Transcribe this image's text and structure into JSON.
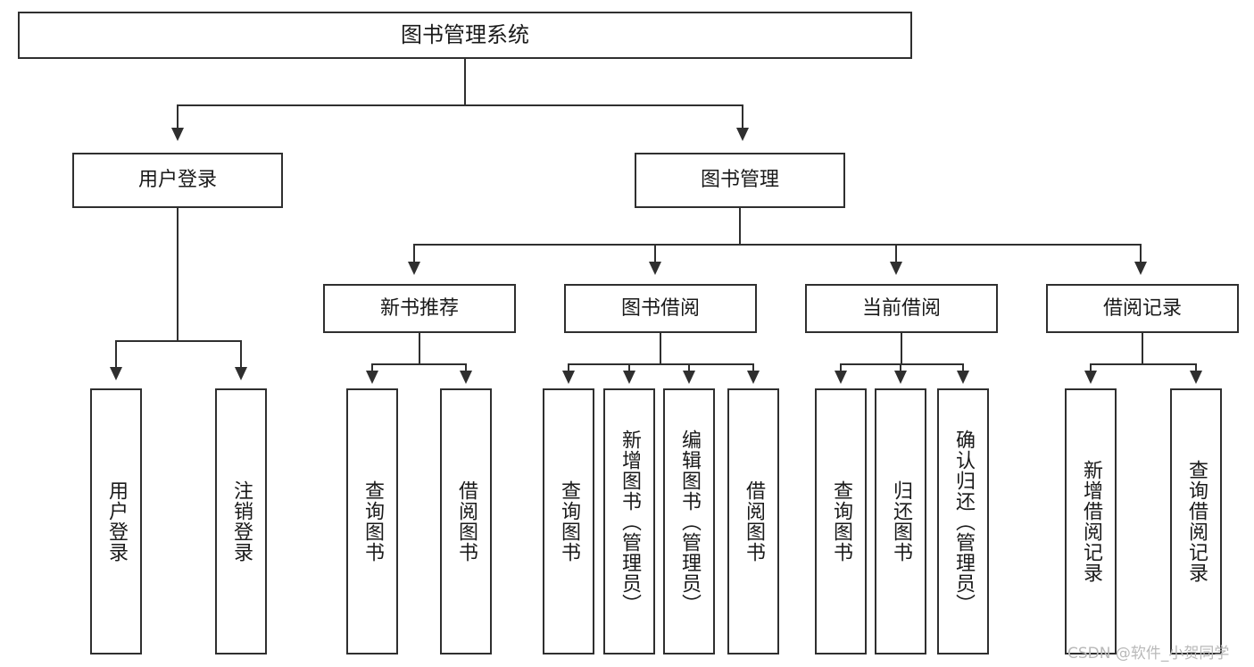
{
  "diagram": {
    "title": "图书管理系统",
    "type": "hierarchy-tree",
    "root": {
      "label": "图书管理系统"
    },
    "level2": [
      {
        "label": "用户登录"
      },
      {
        "label": "图书管理"
      }
    ],
    "level3": [
      {
        "label": "新书推荐"
      },
      {
        "label": "图书借阅"
      },
      {
        "label": "当前借阅"
      },
      {
        "label": "借阅记录"
      }
    ],
    "leaves": {
      "user_login": [
        {
          "label": "用户登录"
        },
        {
          "label": "注销登录"
        }
      ],
      "new_book_recommend": [
        {
          "label": "查询图书"
        },
        {
          "label": "借阅图书"
        }
      ],
      "book_borrow": [
        {
          "label": "查询图书"
        },
        {
          "label": "新增图书（管理员）"
        },
        {
          "label": "编辑图书（管理员）"
        },
        {
          "label": "借阅图书"
        }
      ],
      "current_borrow": [
        {
          "label": "查询图书"
        },
        {
          "label": "归还图书"
        },
        {
          "label": "确认归还（管理员）"
        }
      ],
      "borrow_record": [
        {
          "label": "新增借阅记录"
        },
        {
          "label": "查询借阅记录"
        }
      ]
    }
  },
  "watermark": {
    "text": "CSDN @软件_小贺同学"
  },
  "colors": {
    "stroke": "#2f2f2f",
    "background": "#ffffff",
    "text": "#1a1a1a",
    "watermark": "#b9b9b9"
  }
}
